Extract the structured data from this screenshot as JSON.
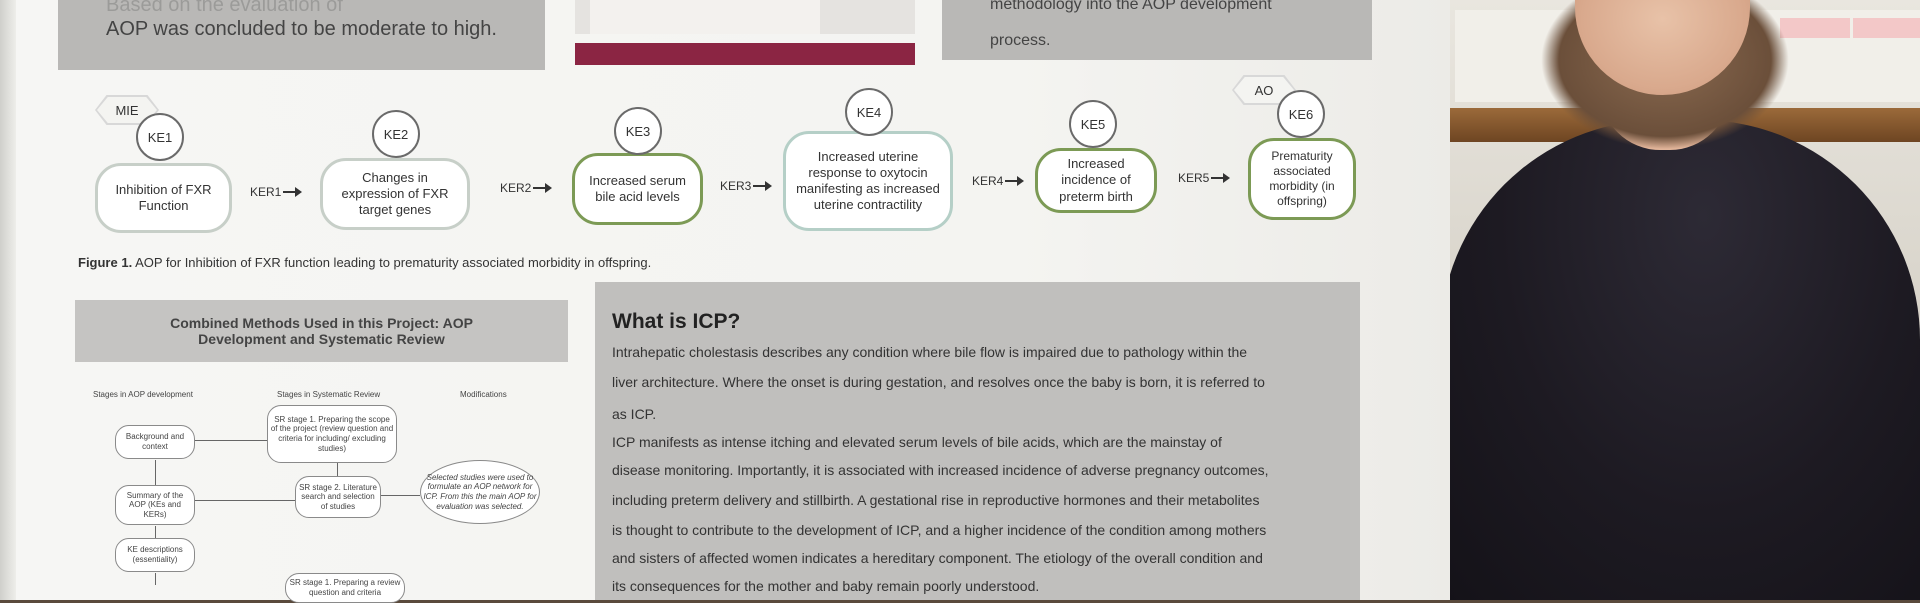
{
  "poster": {
    "intro_ghost": "Based on the evaluation of",
    "intro_text": "AOP was concluded to be moderate to high.",
    "method_line1": "methodology into the AOP development",
    "method_line2": "process."
  },
  "aop_diagram": {
    "mie": "MIE",
    "ao": "AO",
    "events": [
      {
        "id": "KE1",
        "text": "Inhibition of FXR Function"
      },
      {
        "id": "KE2",
        "text": "Changes in expression of FXR target genes"
      },
      {
        "id": "KE3",
        "text": "Increased serum bile acid levels"
      },
      {
        "id": "KE4",
        "text": "Increased uterine response to oxytocin manifesting as increased uterine contractility"
      },
      {
        "id": "KE5",
        "text": "Increased incidence of preterm birth"
      },
      {
        "id": "KE6",
        "text": "Prematurity associated morbidity (in offspring)"
      }
    ],
    "kers": [
      "KER1",
      "KER2",
      "KER3",
      "KER4",
      "KER5"
    ],
    "caption_label": "Figure 1.",
    "caption_text": " AOP for Inhibition of FXR function leading to prematurity associated morbidity in offspring."
  },
  "methods": {
    "title_line1": "Combined Methods Used in this Project: AOP",
    "title_line2": "Development and Systematic Review",
    "col_aop": "Stages in AOP development",
    "col_sr": "Stages in Systematic Review",
    "col_mod": "Modifications",
    "aop_stages": [
      "Background and context",
      "Summary of the AOP (KEs and KERs)",
      "KE descriptions (essentiality)"
    ],
    "sr_stages": [
      "SR stage 1. Preparing the scope of the project (review question and criteria for including/ excluding studies)",
      "SR stage 2. Literature search and selection of studies",
      "SR stage 1. Preparing a review question and criteria"
    ],
    "modification": "Selected studies were used to formulate an AOP network for ICP. From this the main AOP for evaluation was selected."
  },
  "icp": {
    "title": "What is ICP?",
    "lines": [
      "Intrahepatic cholestasis describes any condition where bile flow is impaired due to pathology within the",
      "liver architecture. Where the onset is during gestation, and resolves once the baby is born, it is referred to",
      "as ICP.",
      "ICP manifests as intense itching and elevated serum levels of bile acids, which are the mainstay of",
      "disease monitoring. Importantly, it is associated with increased incidence of adverse pregnancy outcomes,",
      "including preterm delivery and stillbirth. A gestational rise in reproductive hormones and their metabolites",
      "is thought to contribute to the development of ICP, and a higher incidence of the condition among mothers",
      "and sisters of affected women indicates a hereditary component. The etiology of the overall condition and",
      "its consequences for the mother and baby remain poorly understood."
    ]
  }
}
